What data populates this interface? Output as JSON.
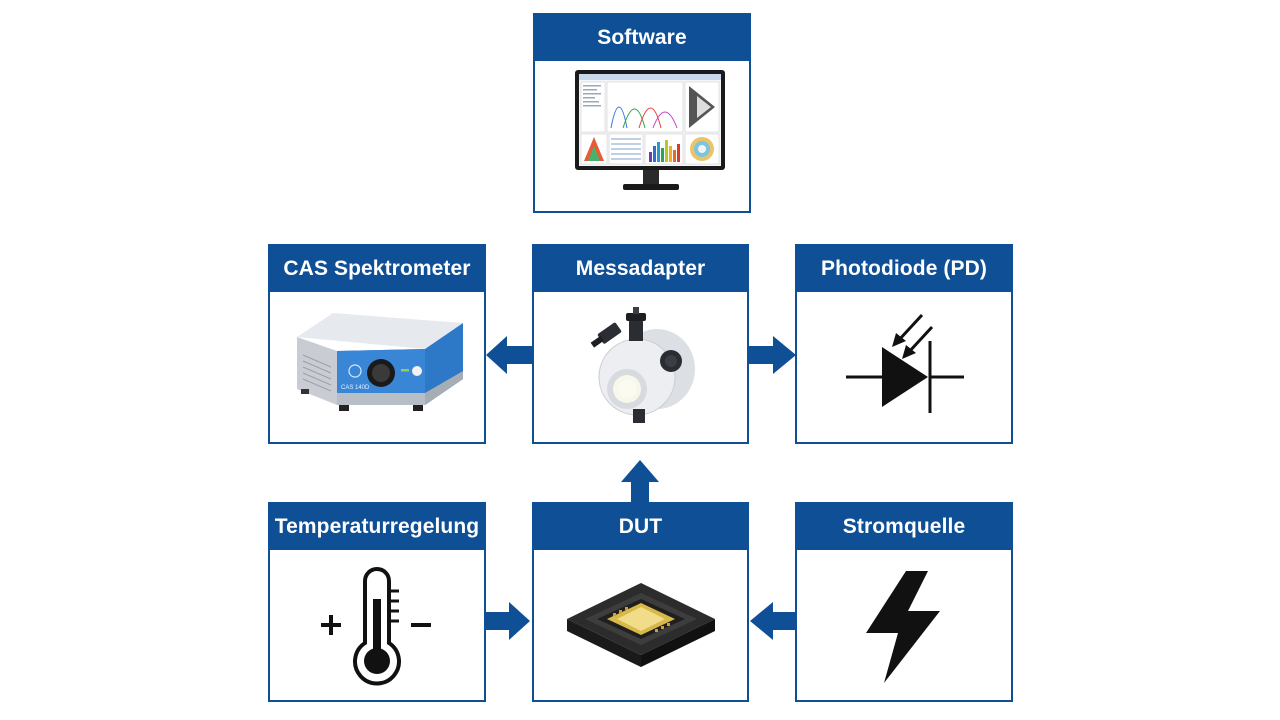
{
  "diagram": {
    "nodes": {
      "software": {
        "label": "Software"
      },
      "cas_spektrometer": {
        "label": "CAS Spektrometer",
        "device_brand": "CAS 140D"
      },
      "messadapter": {
        "label": "Messadapter"
      },
      "photodiode": {
        "label": "Photodiode (PD)"
      },
      "temperaturregelung": {
        "label": "Temperaturregelung"
      },
      "dut": {
        "label": "DUT"
      },
      "stromquelle": {
        "label": "Stromquelle"
      }
    },
    "edges": [
      {
        "from": "messadapter",
        "to": "cas_spektrometer"
      },
      {
        "from": "messadapter",
        "to": "photodiode"
      },
      {
        "from": "dut",
        "to": "messadapter"
      },
      {
        "from": "temperaturregelung",
        "to": "dut"
      },
      {
        "from": "stromquelle",
        "to": "dut"
      }
    ],
    "colors": {
      "brand_blue": "#0f4f96",
      "icon_black": "#111111"
    }
  }
}
